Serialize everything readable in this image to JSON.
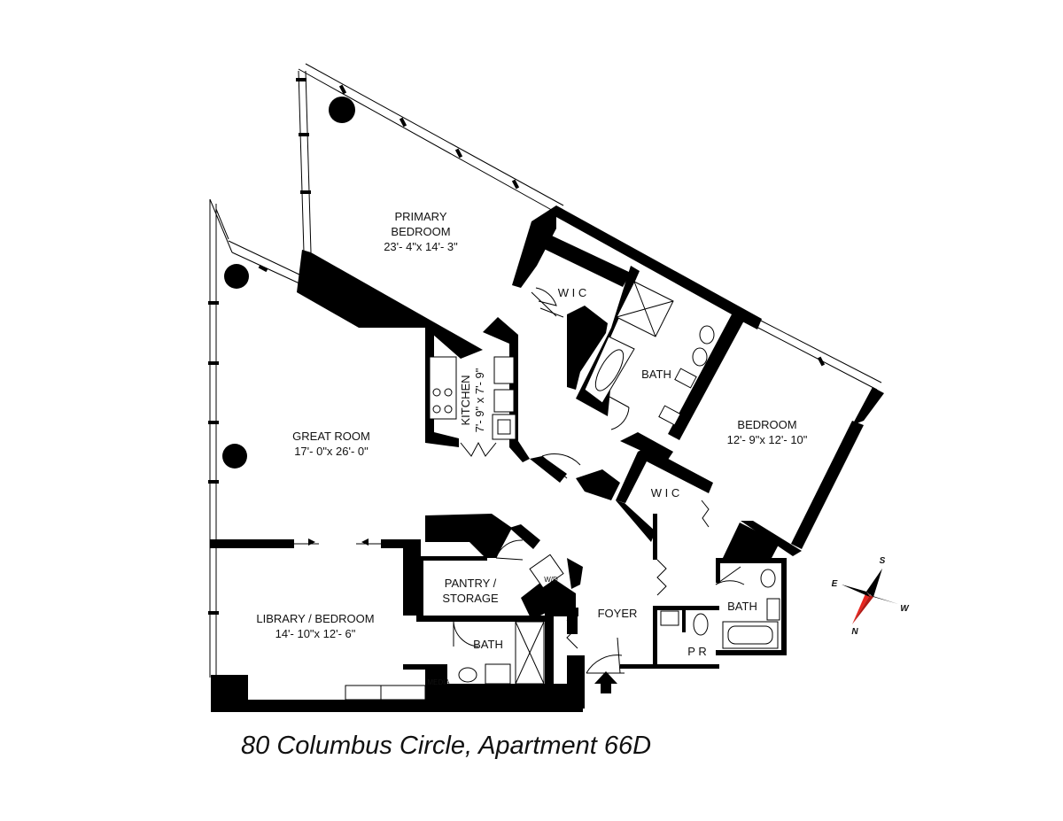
{
  "rooms": {
    "primary_bedroom": {
      "name_line1": "PRIMARY",
      "name_line2": "BEDROOM",
      "dims": "23'- 4\"x 14'- 3\""
    },
    "great_room": {
      "name": "GREAT ROOM",
      "dims": "17'- 0\"x 26'- 0\""
    },
    "kitchen": {
      "name": "KITCHEN",
      "dims": "7'- 9\" x 7'- 9\""
    },
    "bedroom": {
      "name": "BEDROOM",
      "dims": "12'- 9\"x 12'- 10\""
    },
    "library": {
      "name": "LIBRARY / BEDROOM",
      "dims": "14'- 10\"x 12'- 6\""
    },
    "pantry": {
      "name_line1": "PANTRY /",
      "name_line2": "STORAGE"
    },
    "wic_primary": {
      "name": "W I C"
    },
    "wic_bedroom": {
      "name": "W I C"
    },
    "bath_primary": {
      "name": "BATH"
    },
    "bath_bedroom": {
      "name": "BATH"
    },
    "bath_library": {
      "name": "BATH"
    },
    "foyer": {
      "name": "FOYER"
    },
    "powder_room": {
      "name": "P R"
    },
    "media": {
      "name": "MEDIA"
    },
    "washer_dryer": {
      "name": "W/D"
    }
  },
  "compass": {
    "north": "N",
    "south": "S",
    "east": "E",
    "west": "W",
    "north_color": "#e8251f"
  },
  "caption": "80 Columbus Circle, Apartment 66D"
}
